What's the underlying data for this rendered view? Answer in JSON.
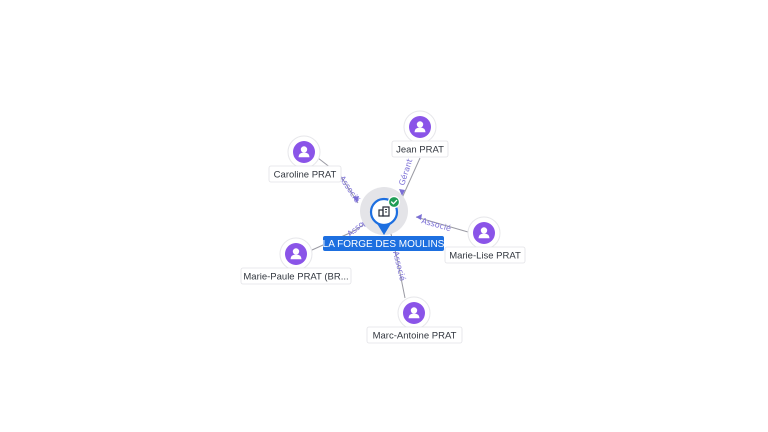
{
  "company": {
    "name": "LA FORGE DES MOULINS",
    "icon": "building-icon",
    "status_icon": "check-icon",
    "accent": "#1d6fe0",
    "status_color": "#1f9d55"
  },
  "people": [
    {
      "id": "jean",
      "name": "Jean PRAT",
      "role": "Gérant",
      "icon": "person-icon"
    },
    {
      "id": "caroline",
      "name": "Caroline PRAT",
      "role": "Associé",
      "icon": "person-icon"
    },
    {
      "id": "marie-lise",
      "name": "Marie-Lise PRAT",
      "role": "Associé",
      "icon": "person-icon"
    },
    {
      "id": "marie-paule",
      "name": "Marie-Paule PRAT (BR...",
      "role": "Associé",
      "icon": "person-icon"
    },
    {
      "id": "marc-antoine",
      "name": "Marc-Antoine PRAT",
      "role": "Associé",
      "icon": "person-icon"
    }
  ],
  "colors": {
    "person": "#8a54e8",
    "edge_label": "#7b6fd6"
  }
}
